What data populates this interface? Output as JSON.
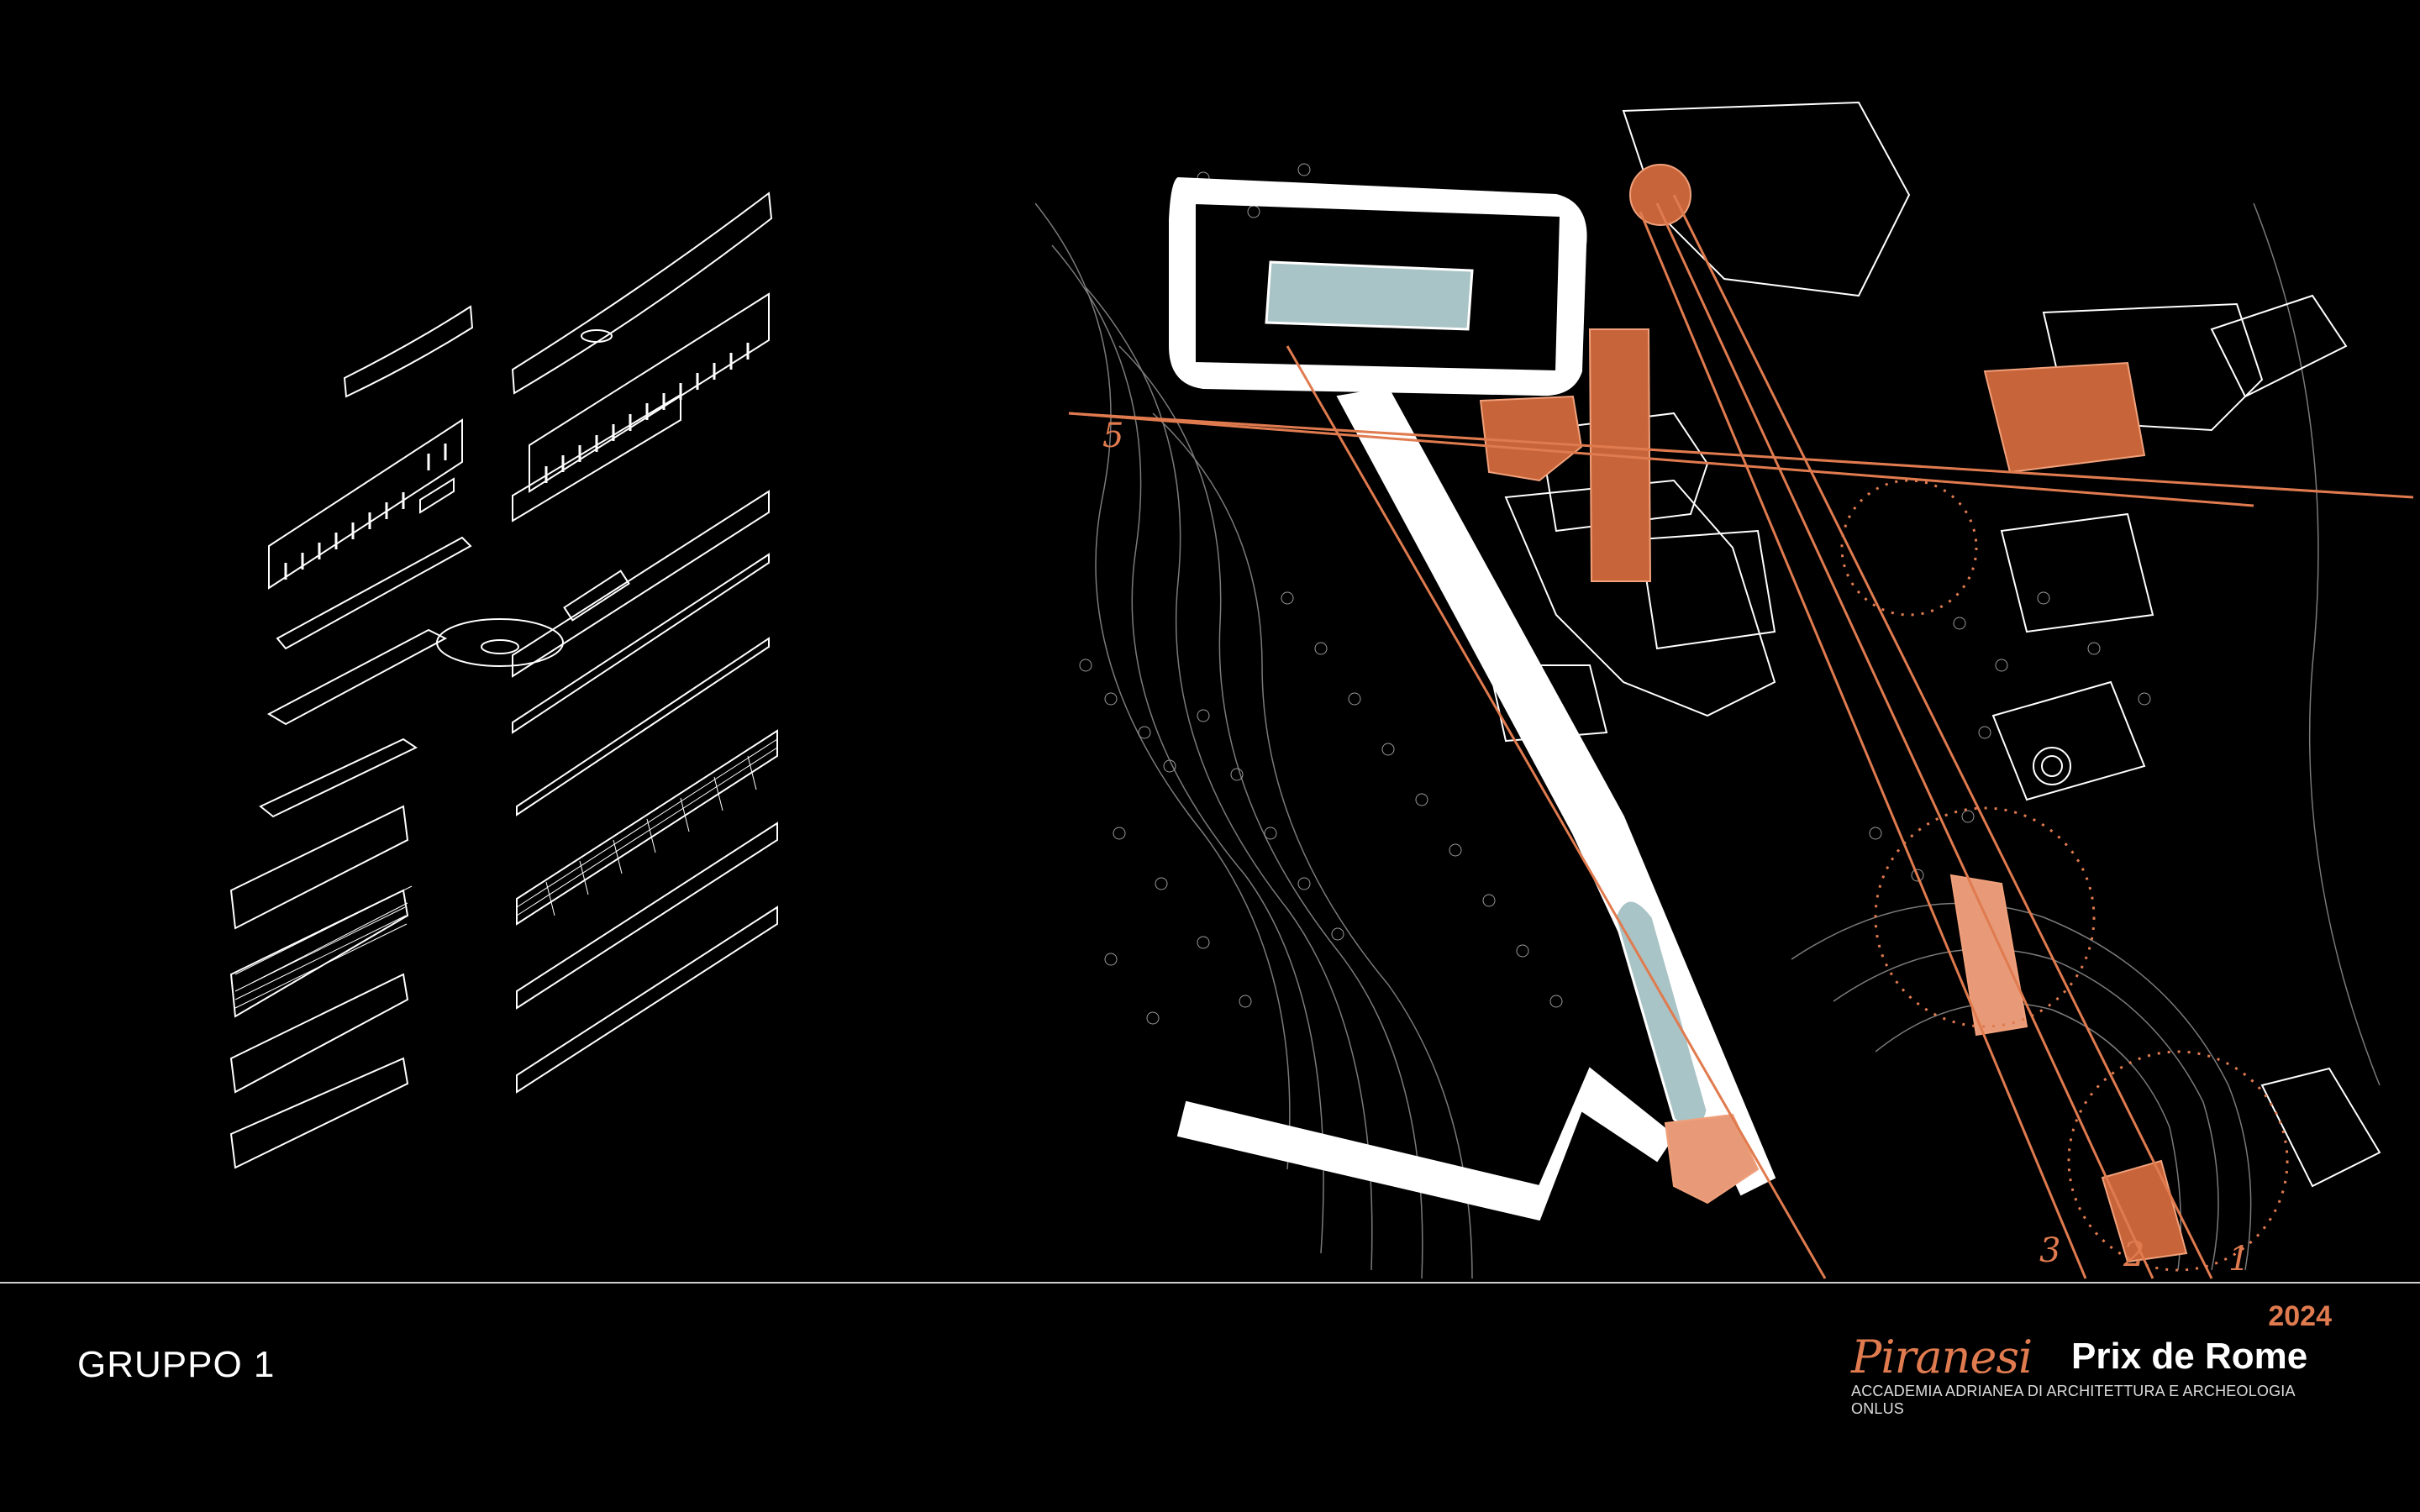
{
  "slide": {
    "group_label": "GRUPPO 1"
  },
  "logo": {
    "year": "2024",
    "script_name": "Piranesi",
    "title": "Prix de Rome",
    "subtitle": "ACCADEMIA ADRIANEA DI ARCHITETTURA E ARCHEOLOGIA ONLUS"
  },
  "plan": {
    "axis_labels": [
      "5",
      "3",
      "2",
      "1"
    ]
  },
  "colors": {
    "background": "#000000",
    "line": "#ffffff",
    "accent": "#e07b4f",
    "accent_dark": "#b84a22",
    "pool": "#a9c4c6"
  }
}
